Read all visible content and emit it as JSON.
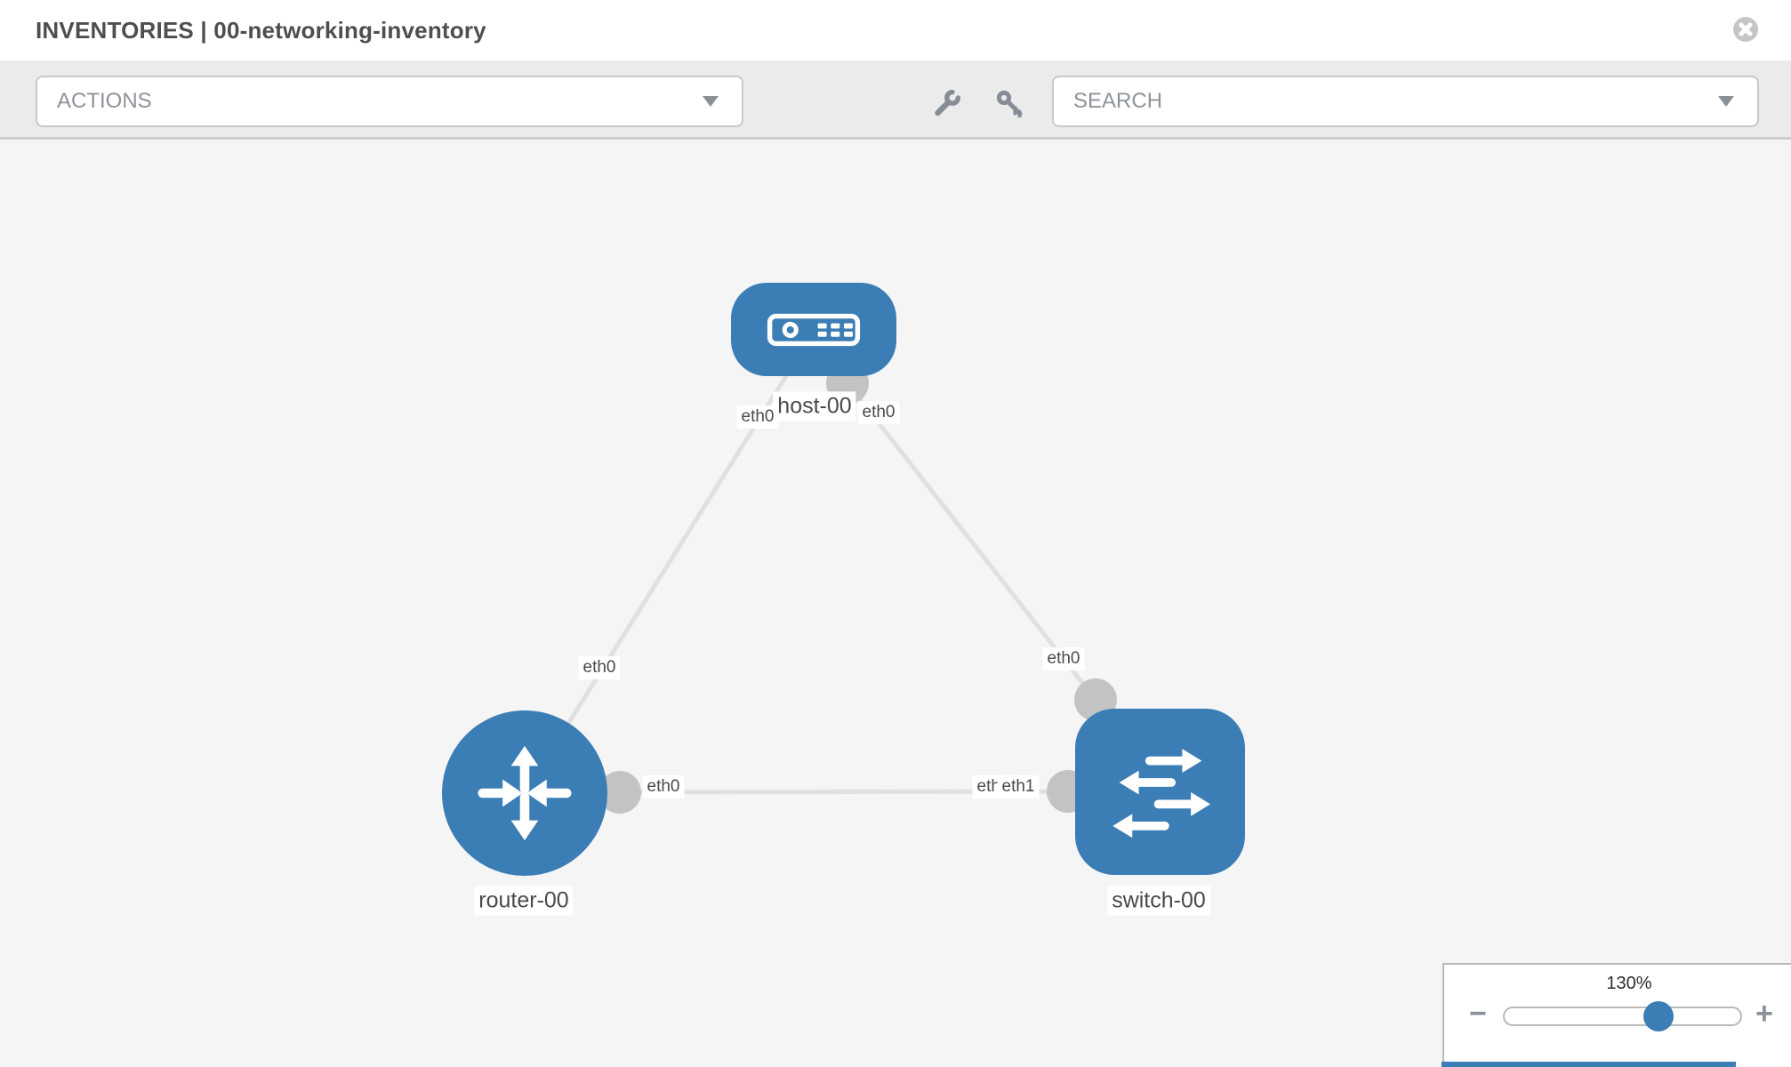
{
  "header": {
    "title": "INVENTORIES | 00-networking-inventory"
  },
  "toolbar": {
    "actions_label": "ACTIONS",
    "search_label": "SEARCH",
    "icons": [
      "wrench-icon",
      "key-icon"
    ]
  },
  "topology": {
    "nodes": [
      {
        "id": "host-00",
        "type": "host",
        "label": "host-00"
      },
      {
        "id": "router-00",
        "type": "router",
        "label": "router-00"
      },
      {
        "id": "switch-00",
        "type": "switch",
        "label": "switch-00"
      }
    ],
    "links": [
      {
        "source": "host-00",
        "target": "router-00",
        "source_interface": "eth0",
        "target_interface": "eth0"
      },
      {
        "source": "host-00",
        "target": "switch-00",
        "source_interface": "eth0",
        "target_interface": "eth0"
      },
      {
        "source": "router-00",
        "target": "switch-00",
        "source_interface": "eth0",
        "target_interface": "eth1"
      }
    ],
    "labels": {
      "host": "host-00",
      "router": "router-00",
      "switch": "switch-00",
      "host_if_left": "eth0",
      "host_if_right": "eth0",
      "host_router_mid": "eth0",
      "host_switch_mid": "eth0",
      "router_switch_near_router": "eth0",
      "router_switch_near_switch_under": "eth0",
      "router_switch_near_switch": "eth1"
    }
  },
  "zoom_control": {
    "level": "130%",
    "minus_label": "−",
    "plus_label": "+"
  },
  "colors": {
    "node_blue": "#3b7db5",
    "link_gray": "#e0e0e0",
    "connector_gray": "#c3c3c3",
    "canvas_bg": "#f5f5f5",
    "toolbar_bg": "#ebebeb"
  }
}
